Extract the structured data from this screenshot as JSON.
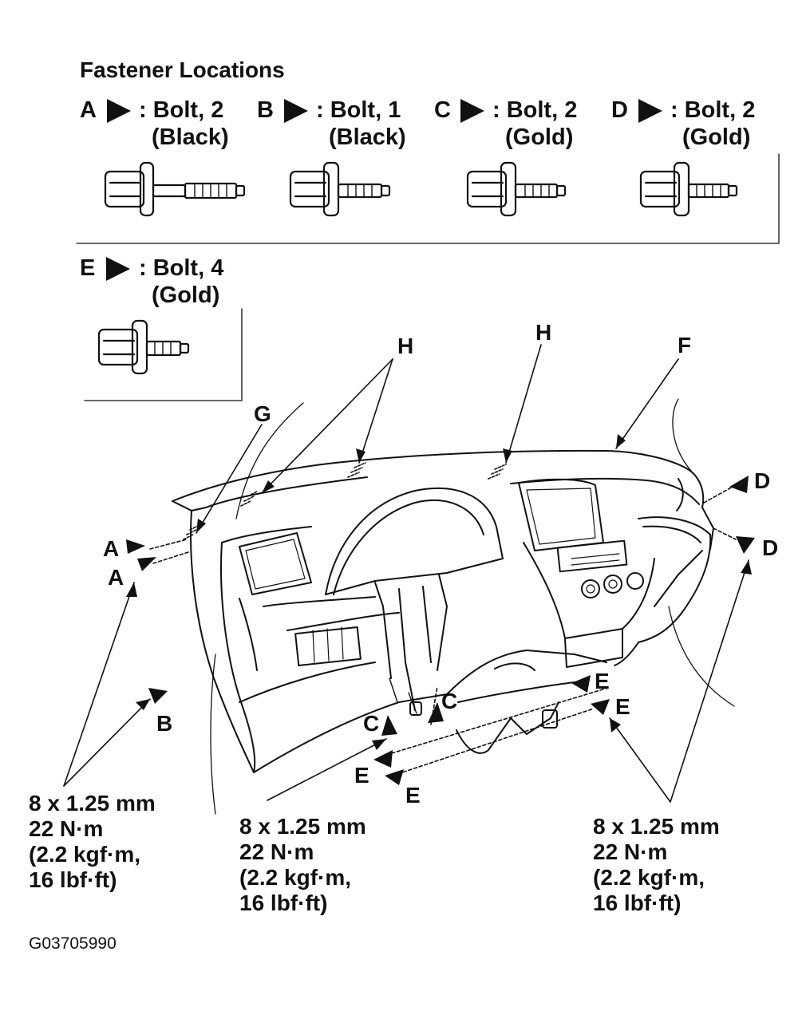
{
  "title": "Fastener Locations",
  "fasteners": [
    {
      "letter": "A",
      "desc": ": Bolt, 2",
      "color": "(Black)"
    },
    {
      "letter": "B",
      "desc": ": Bolt, 1",
      "color": "(Black)"
    },
    {
      "letter": "C",
      "desc": ": Bolt, 2",
      "color": "(Gold)"
    },
    {
      "letter": "D",
      "desc": ": Bolt, 2",
      "color": "(Gold)"
    },
    {
      "letter": "E",
      "desc": ": Bolt, 4",
      "color": "(Gold)"
    }
  ],
  "callouts": {
    "H1": "H",
    "H2": "H",
    "F": "F",
    "G": "G",
    "D1": "D",
    "D2": "D",
    "A1": "A",
    "A2": "A",
    "B": "B",
    "C1": "C",
    "C2": "C",
    "E1": "E",
    "E2": "E",
    "E3": "E",
    "E4": "E"
  },
  "torque_specs": [
    {
      "size": "8 x 1.25 mm",
      "torque": "22 N·m",
      "kgf": "(2.2 kgf·m,",
      "lbf": "16 lbf·ft)"
    },
    {
      "size": "8 x 1.25 mm",
      "torque": "22 N·m",
      "kgf": "(2.2 kgf·m,",
      "lbf": "16 lbf·ft)"
    },
    {
      "size": "8 x 1.25 mm",
      "torque": "22 N·m",
      "kgf": "(2.2 kgf·m,",
      "lbf": "16 lbf·ft)"
    }
  ],
  "figure_code": "G03705990"
}
